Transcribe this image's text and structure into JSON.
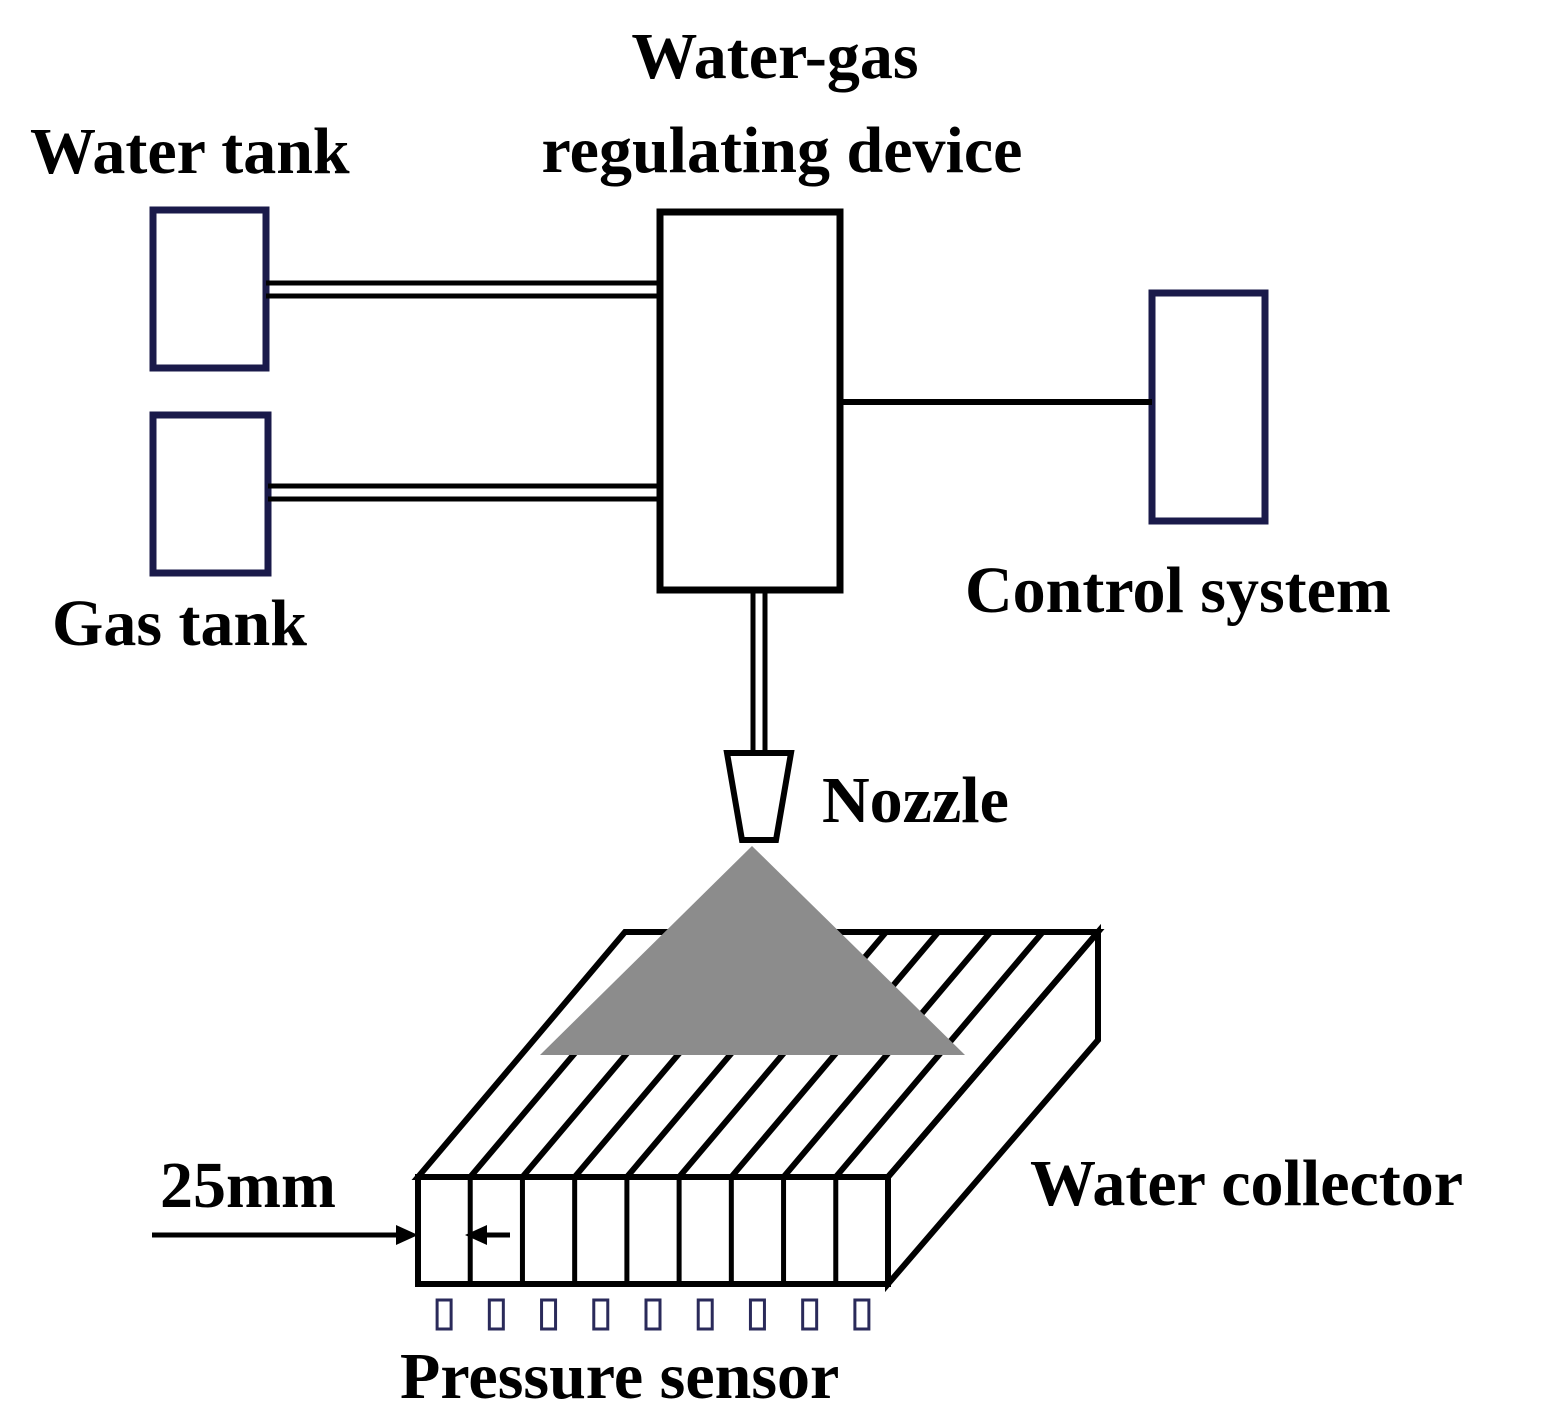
{
  "labels": {
    "water_tank": "Water tank",
    "gas_tank": "Gas tank",
    "regulator_line1": "Water-gas",
    "regulator_line2": "regulating device",
    "control_system": "Control system",
    "nozzle": "Nozzle",
    "water_collector": "Water collector",
    "dimension": "25mm",
    "pressure_sensor": "Pressure sensor"
  },
  "colors": {
    "line": "#000000",
    "tank_outline": "#1a1a4a",
    "spray": "#8c8c8c",
    "sensor_outline": "#2a2a5a",
    "background": "#ffffff"
  },
  "collector": {
    "channels": 9,
    "pressure_sensors": 9
  }
}
